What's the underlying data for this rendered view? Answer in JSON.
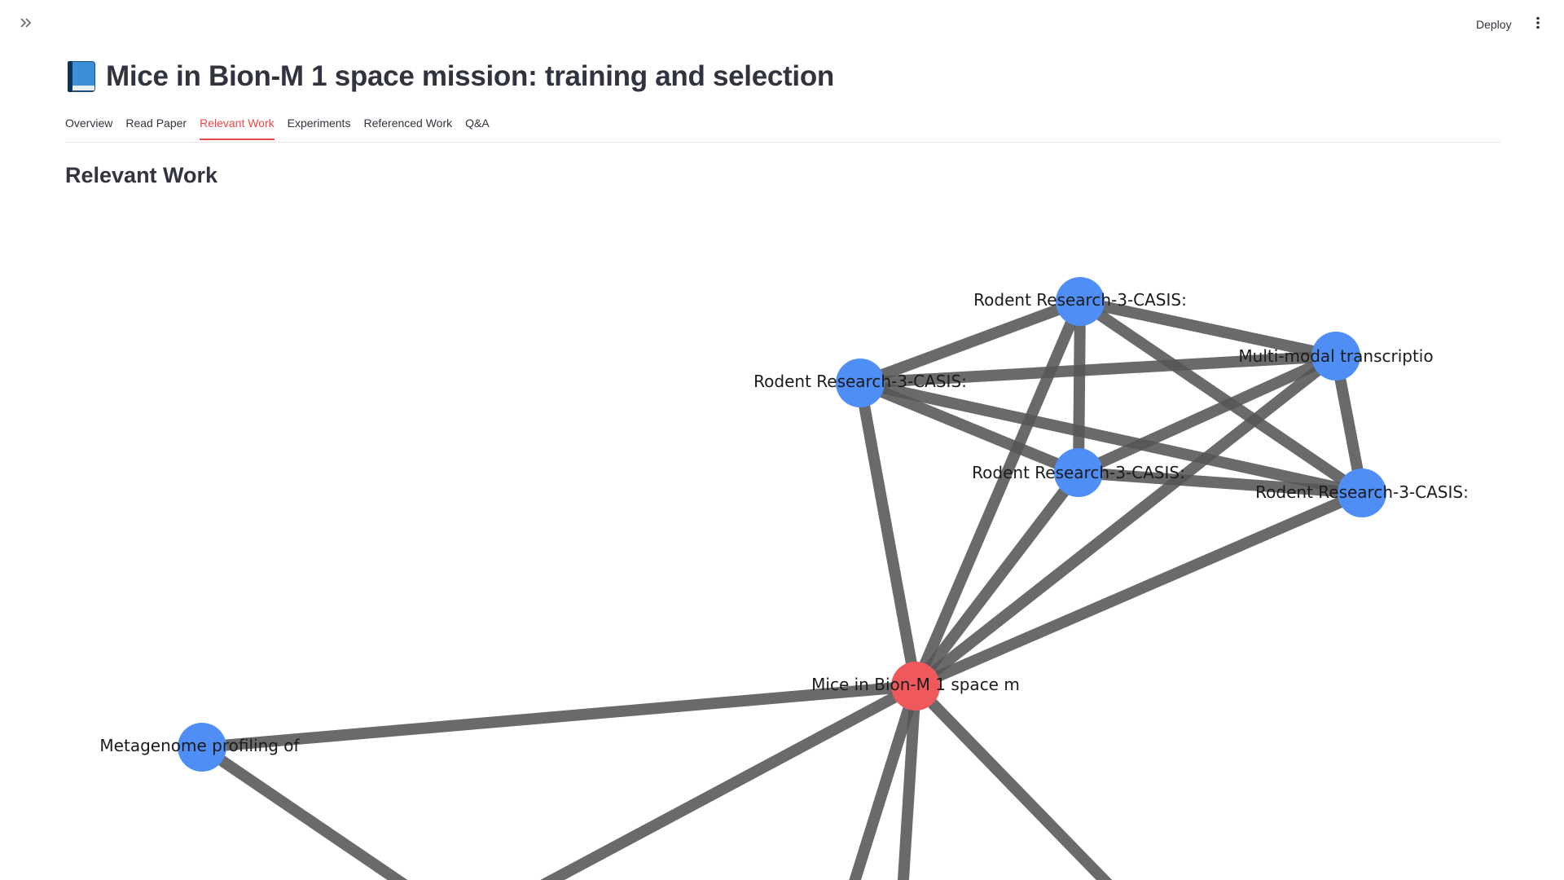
{
  "header": {
    "deploy_label": "Deploy",
    "menu_icon": "vertical-ellipsis-icon",
    "expand_icon": "double-chevron-right-icon"
  },
  "page": {
    "title_icon": "blue-book-icon",
    "title": "Mice in Bion-M 1 space mission: training and selection"
  },
  "tabs": [
    {
      "label": "Overview",
      "active": false
    },
    {
      "label": "Read Paper",
      "active": false
    },
    {
      "label": "Relevant Work",
      "active": true
    },
    {
      "label": "Experiments",
      "active": false
    },
    {
      "label": "Referenced Work",
      "active": false
    },
    {
      "label": "Q&A",
      "active": false
    }
  ],
  "section": {
    "heading": "Relevant Work"
  },
  "graph": {
    "colors": {
      "center_node": "#f0595c",
      "related_node": "#4f8ff5",
      "edge": "#555555"
    },
    "nodes": [
      {
        "id": "rr3_top",
        "label": "Rodent Research-3-CASIS:",
        "type": "related"
      },
      {
        "id": "multimodal",
        "label": "Multi-modal transcriptio",
        "type": "related"
      },
      {
        "id": "rr3_left",
        "label": "Rodent Research-3-CASIS:",
        "type": "related"
      },
      {
        "id": "rr3_mid",
        "label": "Rodent Research-3-CASIS:",
        "type": "related"
      },
      {
        "id": "rr3_right",
        "label": "Rodent Research-3-CASIS:",
        "type": "related"
      },
      {
        "id": "center",
        "label": "Mice in Bion-M 1 space m",
        "type": "center"
      },
      {
        "id": "metagenome",
        "label": "Metagenome profiling of",
        "type": "related"
      }
    ]
  }
}
